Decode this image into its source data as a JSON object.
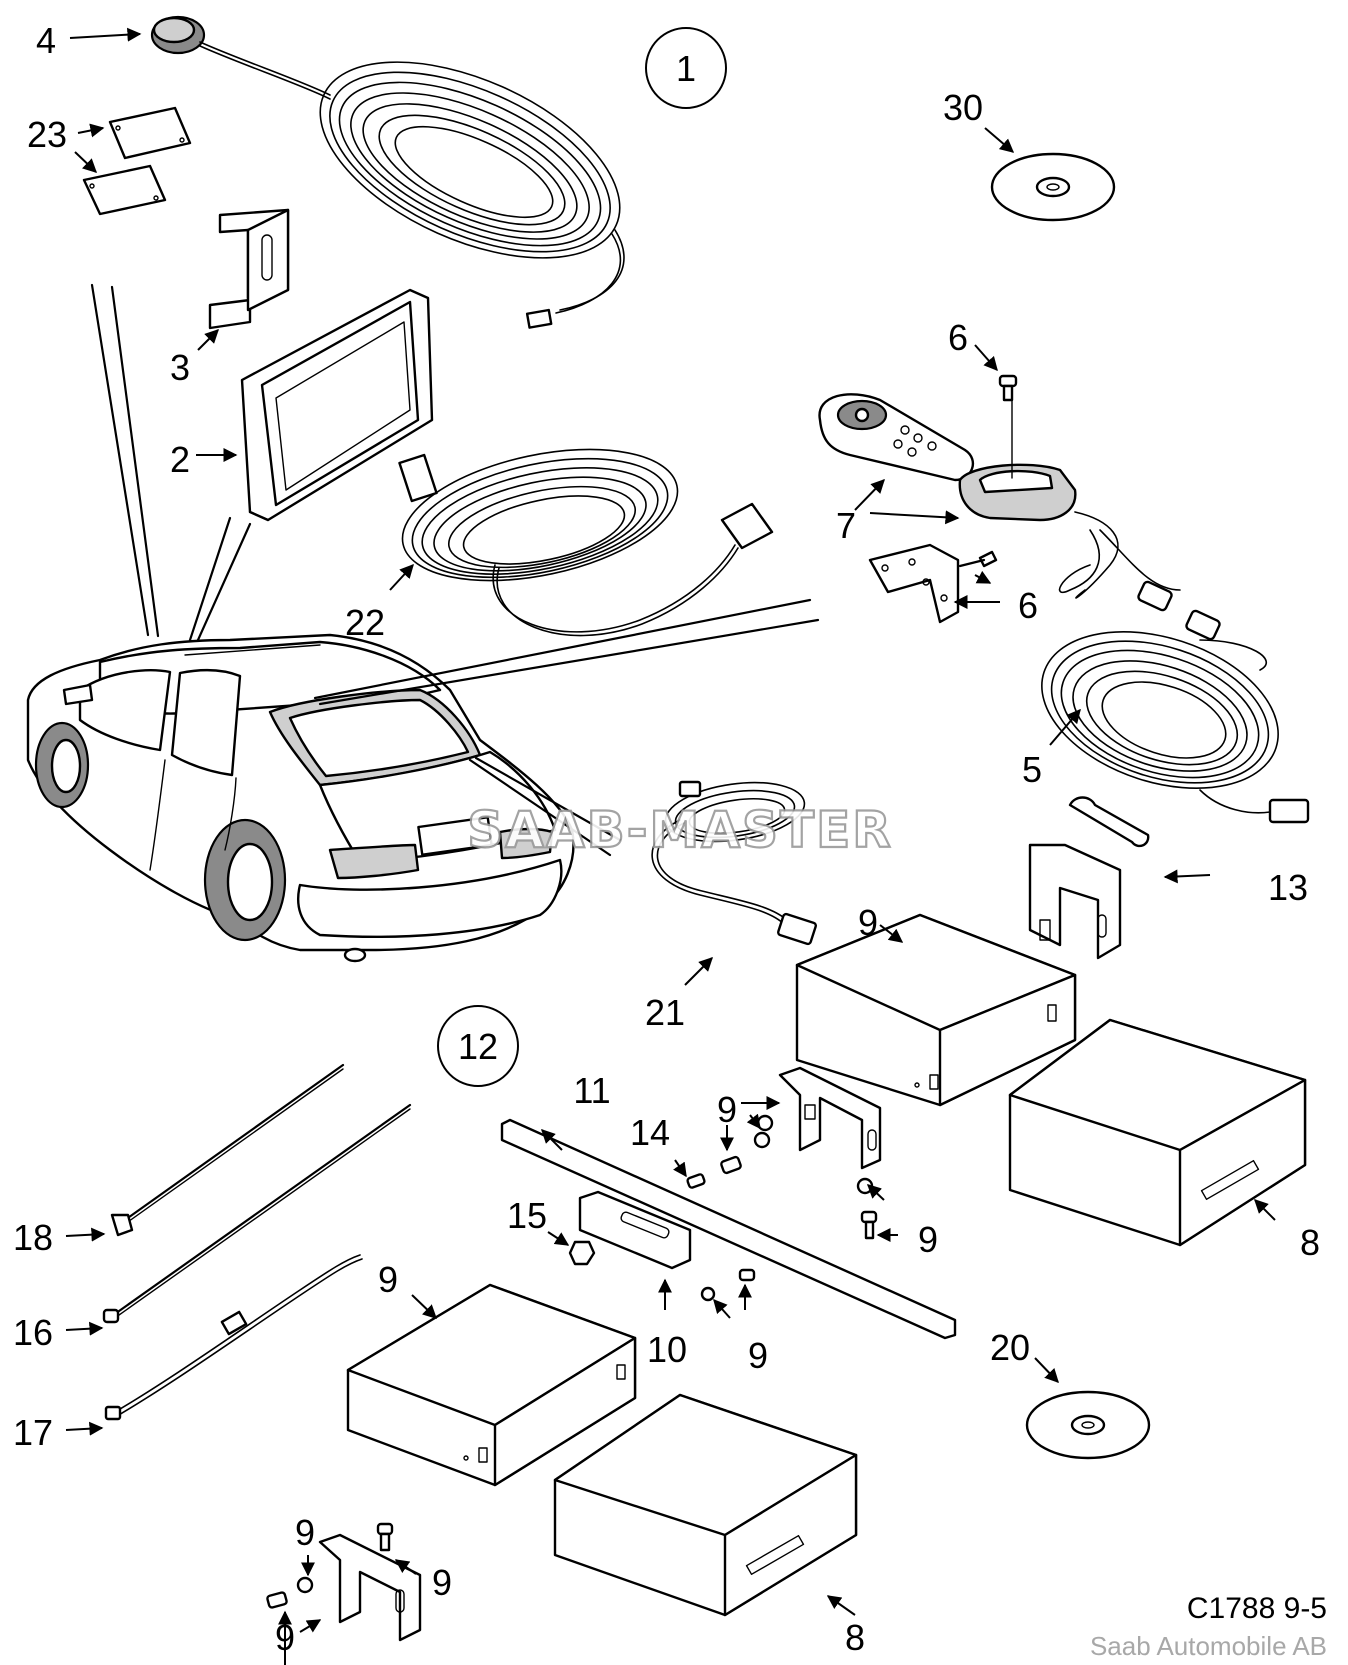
{
  "callouts": {
    "c1": "1",
    "c12": "12",
    "c30": "30",
    "c20": "20",
    "c4": "4",
    "c23": "23",
    "c3": "3",
    "c2": "2",
    "c22": "22",
    "c6a": "6",
    "c7": "7",
    "c6b": "6",
    "c5": "5",
    "c13": "13",
    "c21": "21",
    "c9a": "9",
    "c9b": "9",
    "c9c": "9",
    "c8a": "8",
    "c11": "11",
    "c14": "14",
    "c15": "15",
    "c10": "10",
    "c9d": "9",
    "c18": "18",
    "c16": "16",
    "c17": "17",
    "c9e": "9",
    "c9f": "9",
    "c9g": "9",
    "c9h": "9",
    "c8b": "8"
  },
  "watermark": "SAAB-MASTER",
  "footer": {
    "reference": "C1788 9-5",
    "source": "Saab Automobile AB"
  }
}
